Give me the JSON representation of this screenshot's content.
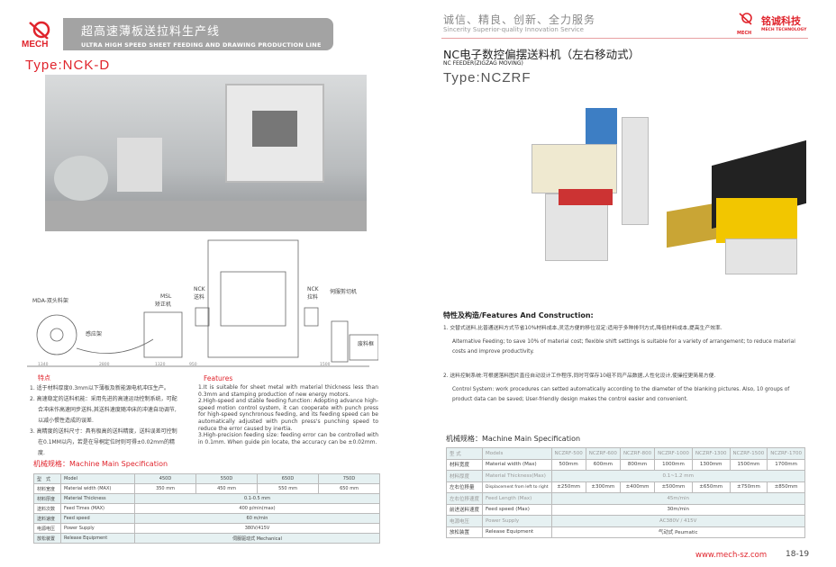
{
  "left": {
    "logo_text": "MECH",
    "header_cn": "超高速薄板送拉料生产线",
    "header_en": "ULTRA HIGH SPEED SHEET FEEDING AND DRAWING PRODUCTION LINE",
    "type": "Type:NCK-D",
    "diagram": {
      "mda": "MDA-双头料架",
      "sensor": "感应架",
      "msl": "MSL",
      "msl_cn": "矫正机",
      "nck1": "NCK",
      "nck1_cn": "送料",
      "nck2": "NCK",
      "nck2_cn": "拉料",
      "cutter": "伺服剪切机",
      "scrap": "废料框",
      "dims": [
        "1340",
        "2800",
        "1320",
        "950",
        "1500"
      ]
    },
    "features_cn_title": "特点",
    "features_cn": [
      "1. 适于材料厚度0.3mm以下薄板及新能源电机冲压生产。",
      "2. 高速稳定的送料机能：采用先进的高速运动控制系统，可配合冲床作高速同步送料,其送料速度随冲床的冲速自动调节,以减小惯性造成的误差.",
      "3. 高精度的送料尺寸：具有极高的送料精度，送料误差可控制在0.1MM以内，若是在导桐定位时则可得±0.02mm的精度."
    ],
    "features_en_title": "Features",
    "features_en": [
      "1.It is suitable for sheet metal with material thickness less than 0.3mm and stamping production of new energy motors.",
      "2.High-speed and stable feeding function: Adopting advance high-speed motion control system, it can cooperate with punch press for high-speed synchronous feeding, and its feeding speed can be automatically adjusted with punch press's punching speed to reduce the error caused by inertia.",
      "3.High-precision feeding size: feeding error can be controlled with in 0.1mm. When guide pin locate, the accuracy can be ±0.02mm."
    ],
    "spec_title": "机械规格：Machine Main Specification",
    "spec": {
      "models": [
        "450D",
        "550D",
        "650D",
        "750D"
      ],
      "rows": [
        {
          "cn": "型　式",
          "en": "Model"
        },
        {
          "cn": "材料宽度",
          "en": "Material width (MAX)",
          "vals": [
            "350 mm",
            "450 mm",
            "550 mm",
            "650 mm"
          ]
        },
        {
          "cn": "材料厚度",
          "en": "Material Thickness",
          "span": "0.1-0.5 mm"
        },
        {
          "cn": "送料次数",
          "en": "Feed Times (MAX)",
          "span": "400 p/min(max)"
        },
        {
          "cn": "送料速度",
          "en": "Feed speed",
          "span": "60 m/min"
        },
        {
          "cn": "电源电压",
          "en": "Power Supply",
          "span": "380V/415V"
        },
        {
          "cn": "放松装置",
          "en": "Release Equipment",
          "span": "伺服驱动式 Mechanical"
        }
      ]
    }
  },
  "right": {
    "slogan_cn": "诚信、精良、创新、全力服务",
    "slogan_en": "Sincerity Superior-quality Innovation Service",
    "brand_cn": "铭诚科技",
    "brand_en": "MECH TECHNOLOGY",
    "logo_text": "MECH",
    "title_cn": "NC电子数控偏摆送料机（左右移动式）",
    "title_en": "NC FEEDER(ZIGZAG MOVING)",
    "type": "Type:NCZRF",
    "features_title": "特性及构造/Features And Construction:",
    "features": [
      {
        "cn": "1. 交替式送料,比普通送料方式节省10%材料成本,灵活方便的移位设定:适用于多种排列方式,降低材料成本,提高生产效率.",
        "en": "Alternative Feeding; to save 10% of material cost; flexible shift settings is suitable for a variety of arrangement; to reduce material costs and improve productivity."
      },
      {
        "cn": "2. 送料控制系统:可根据落料图片直径自动设计工作程序,同时可保存10组不同产品数据,人性化设计,使操控更简易方便.",
        "en": "Control System: work procedures can setted automatically according to the diameter of the blanking pictures. Also, 10 groups of product data can be saved; User-friendly design makes the control easier and convenient."
      }
    ],
    "spec_title": "机械规格：Machine Main Specification",
    "spec": {
      "rows": [
        {
          "cn": "型 式",
          "en": "Models",
          "vals": [
            "NCZRF-500",
            "NCZRF-600",
            "NCZRF-800",
            "NCZRF-1000",
            "NCZRF-1300",
            "NCZRF-1500",
            "NCZRF-1700"
          ]
        },
        {
          "cn": "材料宽度",
          "en": "Material width (Max)",
          "vals": [
            "500mm",
            "600mm",
            "800mm",
            "1000mm",
            "1300mm",
            "1500mm",
            "1700mm"
          ]
        },
        {
          "cn": "材料厚度",
          "en": "Material Thickness(Max)",
          "span": "0.1~1.2 mm"
        },
        {
          "cn": "左右位移量",
          "en": "Displacement from left to right",
          "vals": [
            "±250mm",
            "±300mm",
            "±400mm",
            "±500mm",
            "±650mm",
            "±750mm",
            "±850mm"
          ]
        },
        {
          "cn": "左右位移速度",
          "en": "Feed Length (Max)",
          "span": "45m/min"
        },
        {
          "cn": "前进送料速度",
          "en": "Feed speed (Max)",
          "span": "30m/min"
        },
        {
          "cn": "电源电压",
          "en": "Power Supply",
          "span": "AC380V / 415V"
        },
        {
          "cn": "放松装置",
          "en": "Release Equipment",
          "span": "气动式 Peumatic"
        }
      ]
    },
    "website": "www.mech-sz.com",
    "page": "18-19"
  },
  "colors": {
    "accent": "#e0242c",
    "header_gray": "#a3a3a3",
    "table_alt": "#e6f1f2"
  }
}
